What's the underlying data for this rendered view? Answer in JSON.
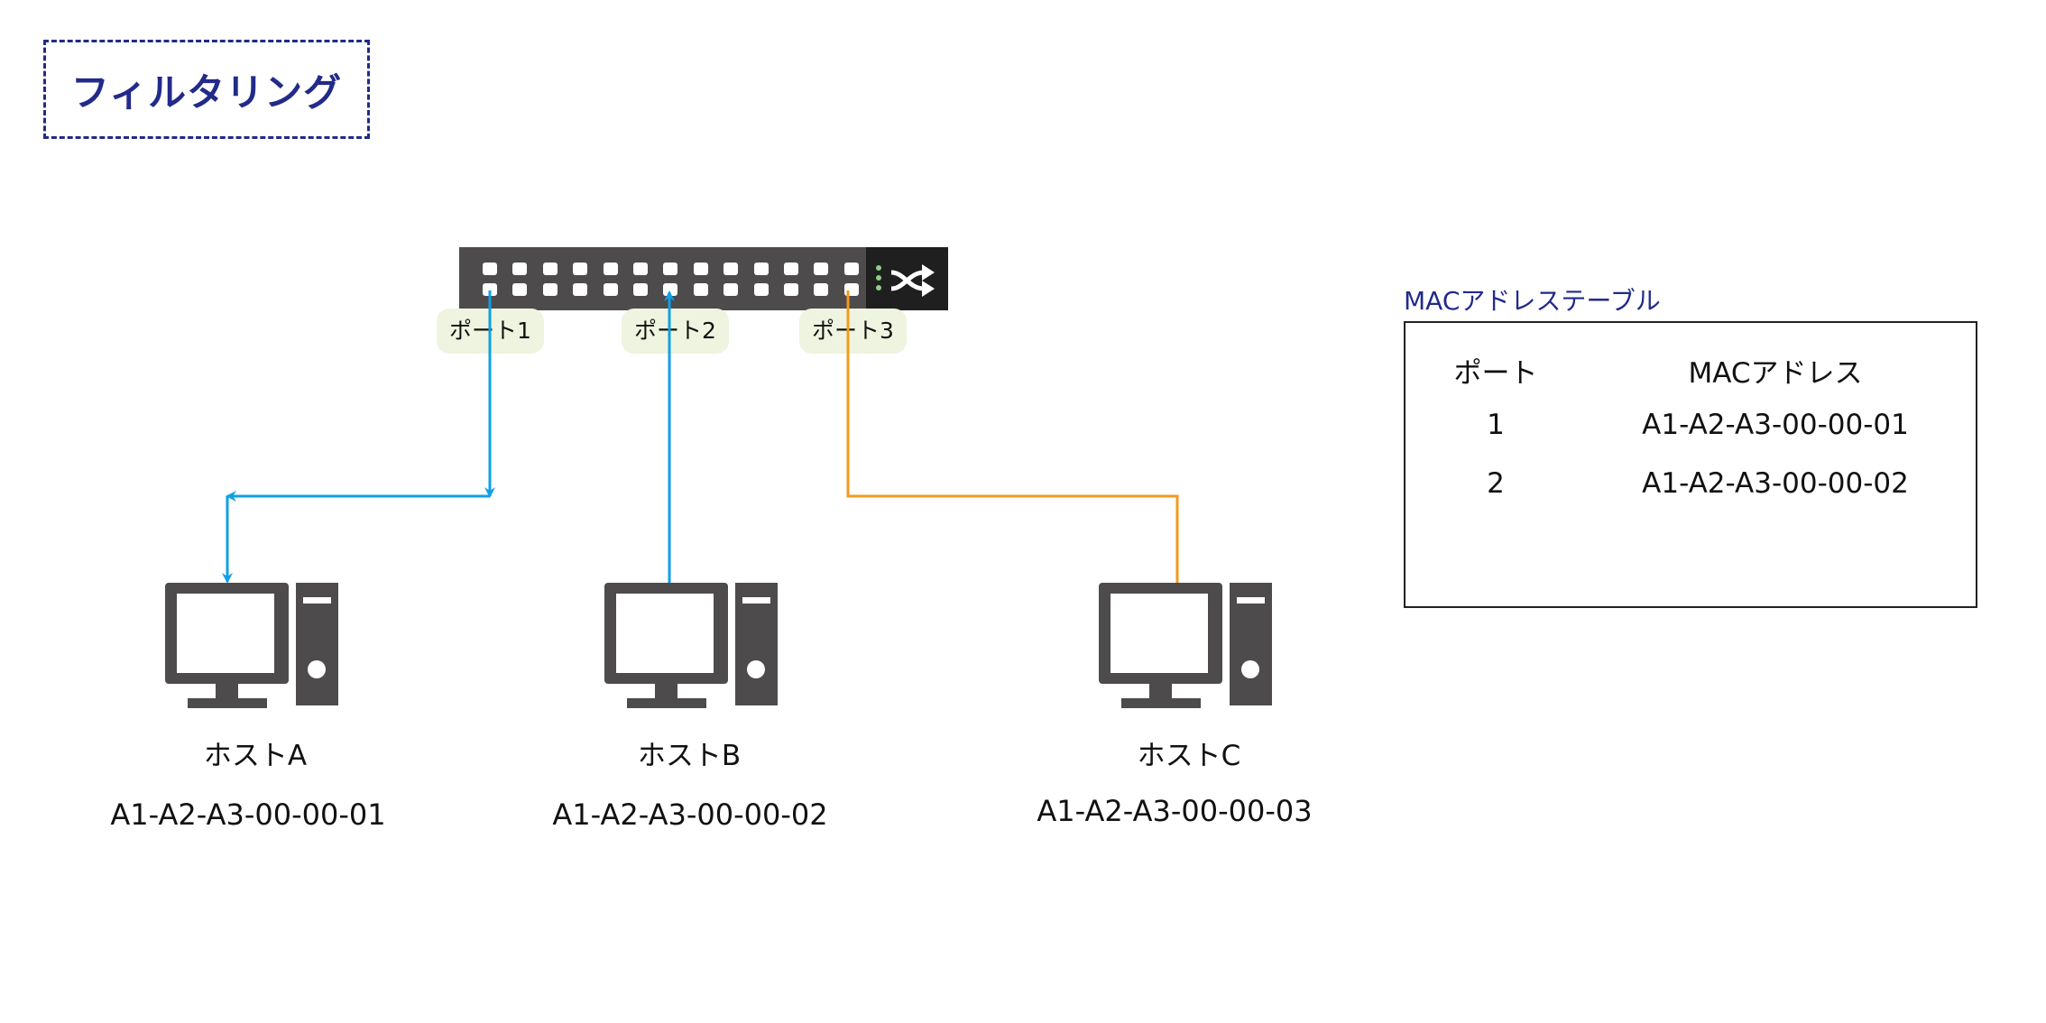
{
  "title": "フィルタリング",
  "switch": {
    "ports_per_row": 13,
    "port_labels": [
      "ポート1",
      "ポート2",
      "ポート3"
    ]
  },
  "hosts": [
    {
      "name": "ホストA",
      "mac": "A1-A2-A3-00-00-01"
    },
    {
      "name": "ホストB",
      "mac": "A1-A2-A3-00-00-02"
    },
    {
      "name": "ホストC",
      "mac": "A1-A2-A3-00-00-03"
    }
  ],
  "mac_table": {
    "title": "MACアドレステーブル",
    "headers": {
      "port": "ポート",
      "mac": "MACアドレス"
    },
    "rows": [
      {
        "port": "1",
        "mac": "A1-A2-A3-00-00-01"
      },
      {
        "port": "2",
        "mac": "A1-A2-A3-00-00-02"
      }
    ]
  },
  "colors": {
    "title": "#222a8a",
    "flow_line": "#0fa0e6",
    "idle_line": "#f39a1e",
    "device": "#4d4b4c",
    "port_label_bg": "#eef4df"
  }
}
